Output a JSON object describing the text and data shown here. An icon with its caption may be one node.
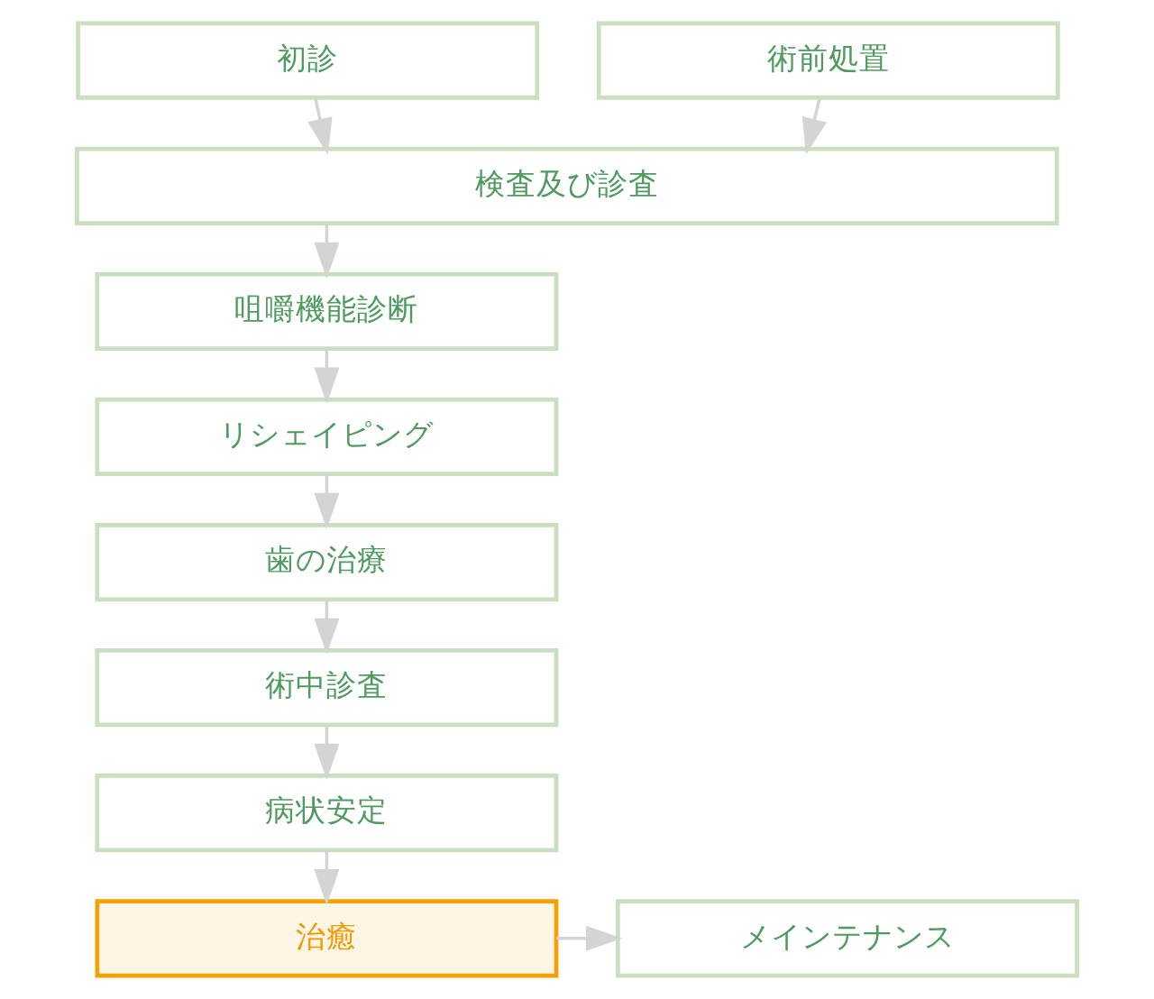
{
  "diagram": {
    "nodes": [
      {
        "text": [
          "初診"
        ]
      },
      {
        "text": [
          "術前処置"
        ]
      },
      {
        "text": [
          "検査及び診査"
        ]
      },
      {
        "text": [
          "咀嚼機能診断"
        ]
      },
      {
        "text": [
          "リシェイピング"
        ]
      },
      {
        "text": [
          "歯の治療"
        ]
      },
      {
        "text": [
          "術中診査"
        ]
      },
      {
        "text": [
          "病状安定"
        ]
      },
      {
        "text": [
          "治癒"
        ]
      },
      {
        "text": [
          "メインテナンス"
        ]
      }
    ],
    "edges": [
      {
        "from": 0,
        "to": 2,
        "arrow": "to"
      },
      {
        "from": 1,
        "to": 2,
        "arrow": "to"
      },
      {
        "from": 2,
        "to": 3,
        "arrow": "to"
      },
      {
        "from": 3,
        "to": 4,
        "arrow": "to"
      },
      {
        "from": 4,
        "to": 5,
        "arrow": "to"
      },
      {
        "from": 5,
        "to": 6,
        "arrow": "to"
      },
      {
        "from": 6,
        "to": 7,
        "arrow": "to"
      },
      {
        "from": 7,
        "to": 8,
        "arrow": "to"
      },
      {
        "from": 8,
        "to": 9,
        "arrow": "to"
      }
    ]
  }
}
